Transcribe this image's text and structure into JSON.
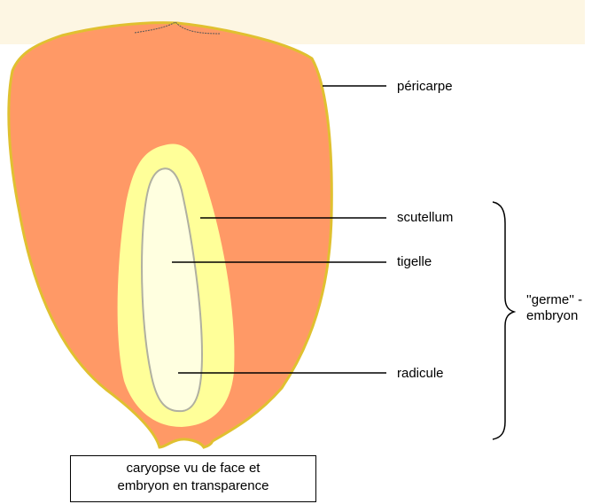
{
  "labels": {
    "pericarpe": "péricarpe",
    "scutellum": "scutellum",
    "tigelle": "tigelle",
    "radicule": "radicule",
    "germe_line1": "''germe'' -",
    "germe_line2": "embryon"
  },
  "caption": {
    "line1": "caryopse  vu de face et",
    "line2": "embryon en transparence"
  },
  "colors": {
    "band": "#fdf6e3",
    "pericarpe_fill": "#ff9966",
    "pericarpe_outline": "#e0c030",
    "scutellum_fill": "#ffff99",
    "tigelle_fill": "#ffffe0",
    "tigelle_outline": "#b0b0a0"
  }
}
